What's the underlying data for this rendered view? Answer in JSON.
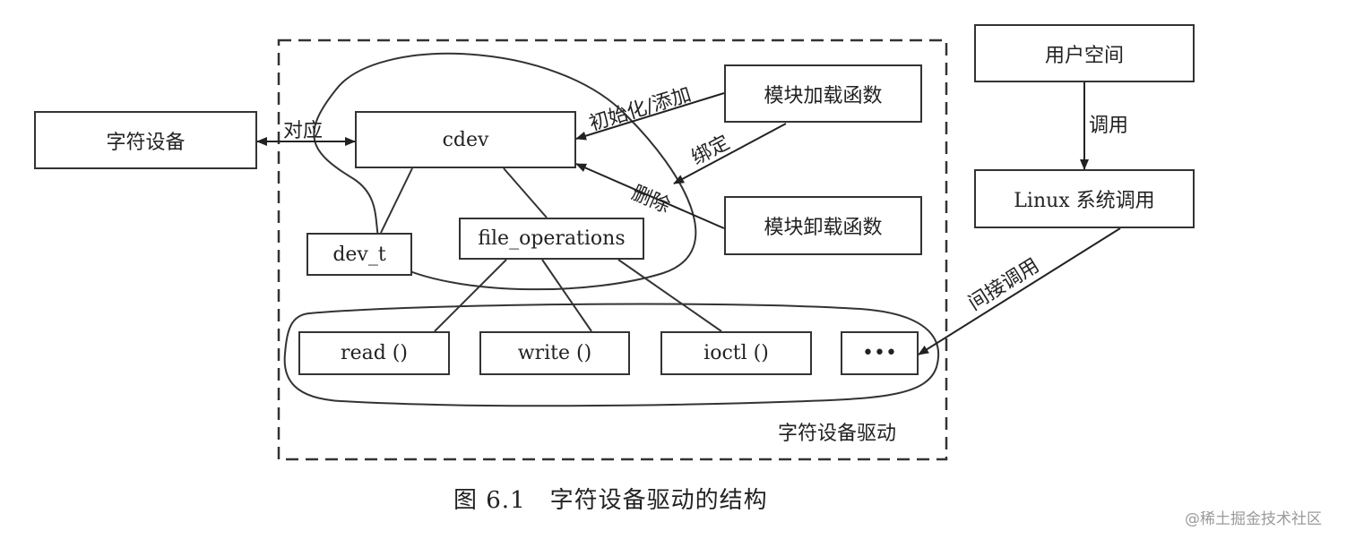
{
  "nodes": {
    "char_device": "字符设备",
    "cdev": "cdev",
    "dev_t": "dev_t",
    "file_operations": "file_operations",
    "read": "read ()",
    "write": "write ()",
    "ioctl": "ioctl ()",
    "more": "•••",
    "module_load": "模块加载函数",
    "module_unload": "模块卸载函数",
    "user_space": "用户空间",
    "linux_syscall": "Linux 系统调用"
  },
  "edge_labels": {
    "correspond": "对应",
    "init_add": "初始化/添加",
    "bind": "绑定",
    "delete": "删除",
    "call": "调用",
    "indirect_call": "间接调用"
  },
  "region_label": "字符设备驱动",
  "caption": "图 6.1　字符设备驱动的结构",
  "watermark": "@稀土掘金技术社区"
}
